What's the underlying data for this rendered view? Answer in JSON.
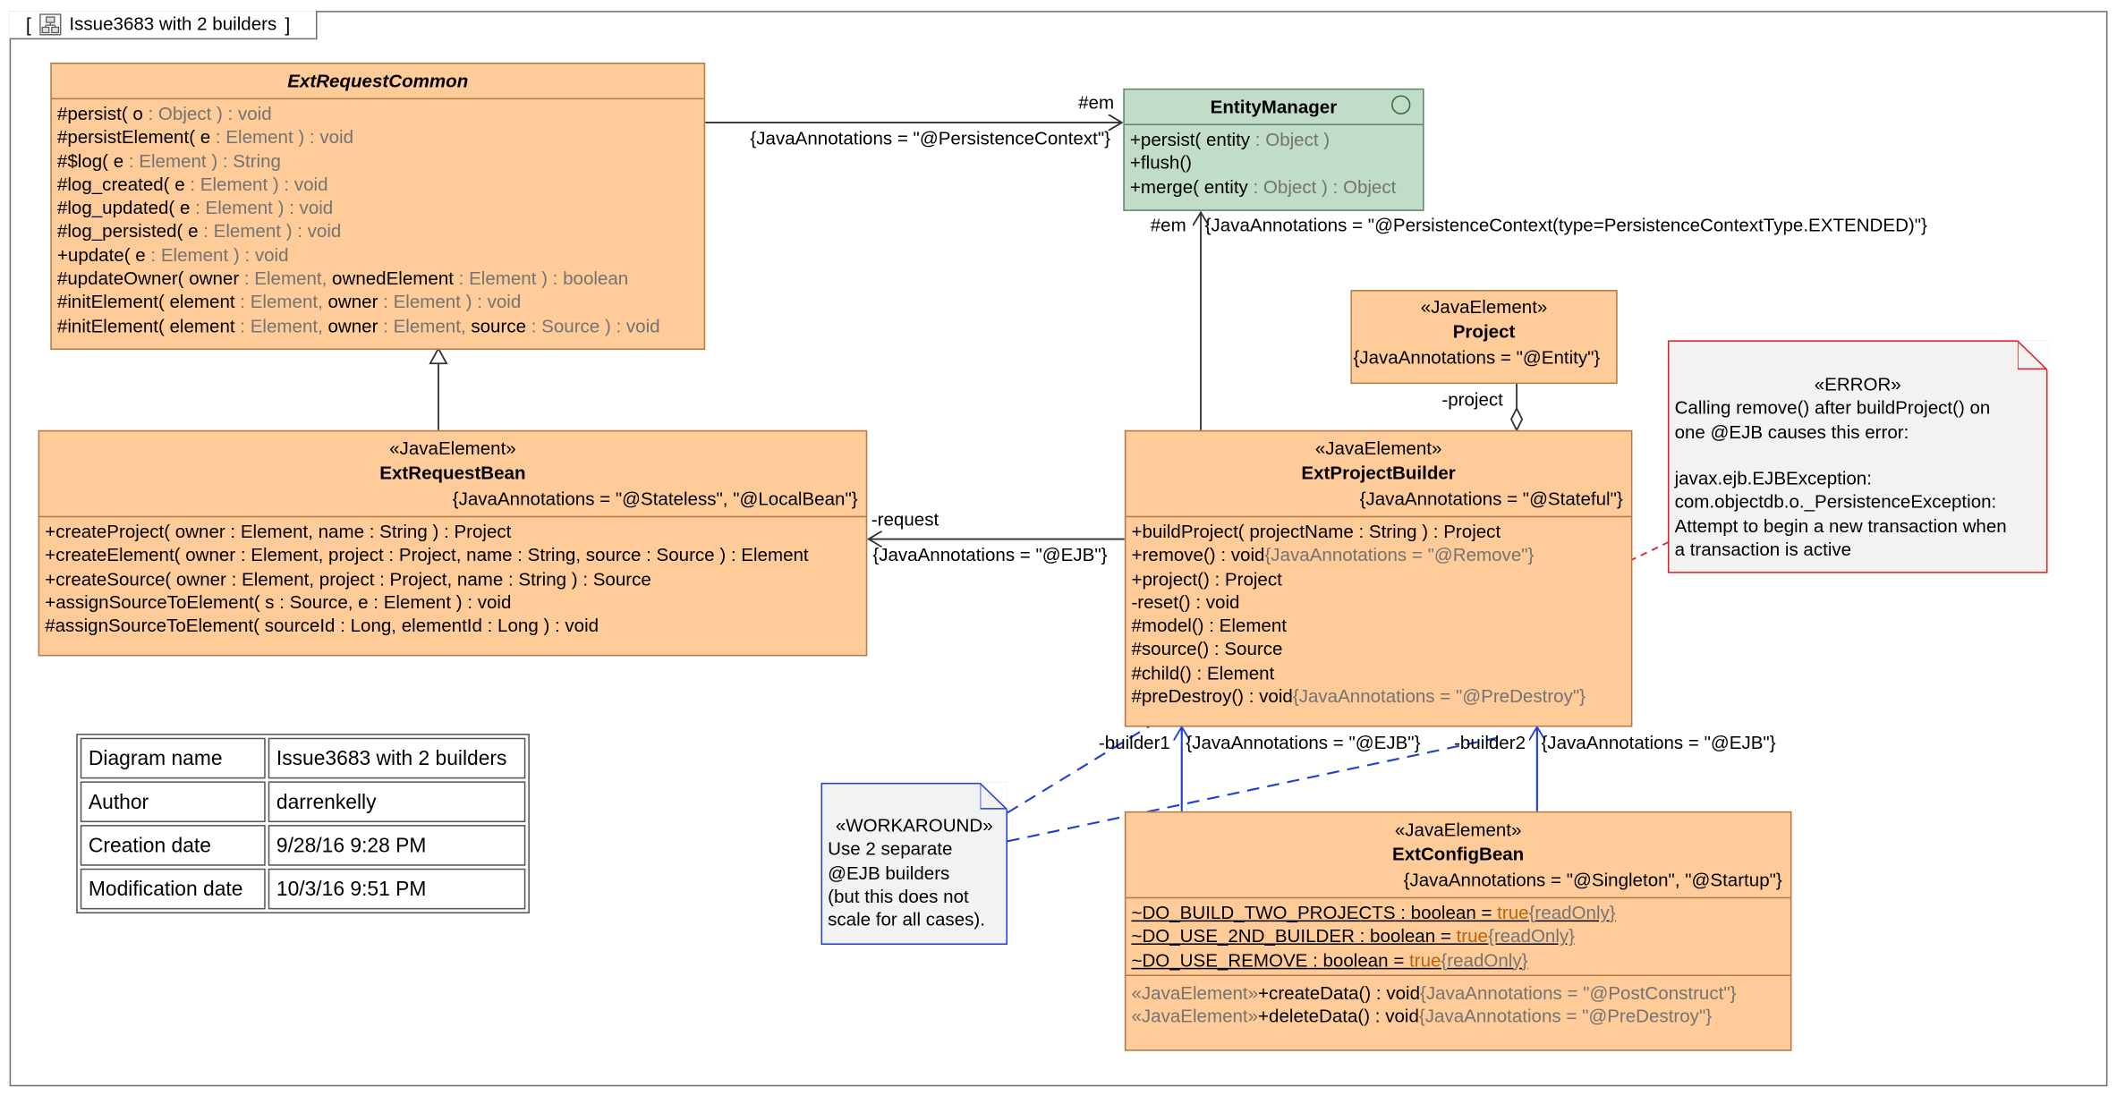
{
  "frame": {
    "bracket_open": "[",
    "title": "Issue3683 with 2 builders",
    "bracket_close": "]"
  },
  "ext_request_common": {
    "name": "ExtRequestCommon",
    "operations": [
      {
        "name": "#persist( o",
        "type": " : Object ) : void"
      },
      {
        "name": "#persistElement( e",
        "type": " : Element ) : void"
      },
      {
        "name": "#$log( e",
        "type": " : Element ) : String"
      },
      {
        "name": "#log_created( e",
        "type": " : Element ) : void"
      },
      {
        "name": "#log_updated( e",
        "type": " : Element ) : void"
      },
      {
        "name": "#log_persisted( e",
        "type": " : Element ) : void"
      },
      {
        "name": "+update( e",
        "type": " : Element ) : void"
      },
      {
        "name": "#updateOwner( owner",
        "type": " : Element, ",
        "name2": "ownedElement",
        "type2": " : Element ) : boolean"
      },
      {
        "name": "#initElement( element",
        "type": " : Element, ",
        "name2": "owner",
        "type2": " : Element ) : void"
      },
      {
        "name": "#initElement( element",
        "type": " : Element, ",
        "name2": "owner",
        "type2": " : Element, ",
        "name3": "source",
        "type3": " : Source ) : void"
      }
    ]
  },
  "entity_manager": {
    "name": "EntityManager",
    "operations": [
      {
        "name": "+persist( entity",
        "type": " : Object )"
      },
      {
        "name": "+flush()",
        "type": ""
      },
      {
        "name": "+merge( entity",
        "type": " : Object ) : Object"
      }
    ]
  },
  "project": {
    "stereotype": "«JavaElement»",
    "name": "Project",
    "tag": "{JavaAnnotations = \"@Entity\"}"
  },
  "ext_request_bean": {
    "stereotype": "«JavaElement»",
    "name": "ExtRequestBean",
    "tag": "{JavaAnnotations = \"@Stateless\", \"@LocalBean\"}",
    "operations": [
      "+createProject( owner : Element, name : String ) : Project",
      "+createElement( owner : Element, project : Project, name : String, source : Source ) : Element",
      "+createSource( owner : Element, project : Project, name : String ) : Source",
      "+assignSourceToElement( s : Source, e : Element ) : void",
      "#assignSourceToElement( sourceId : Long, elementId : Long ) : void"
    ]
  },
  "ext_project_builder": {
    "stereotype": "«JavaElement»",
    "name": "ExtProjectBuilder",
    "tag": "{JavaAnnotations = \"@Stateful\"}",
    "operations": [
      {
        "text": "+buildProject( projectName : String ) : Project",
        "annot": ""
      },
      {
        "text": "+remove() : void",
        "annot": "{JavaAnnotations = \"@Remove\"}"
      },
      {
        "text": "+project() : Project",
        "annot": ""
      },
      {
        "text": "-reset() : void",
        "annot": ""
      },
      {
        "text": "#model() : Element",
        "annot": ""
      },
      {
        "text": "#source() : Source",
        "annot": ""
      },
      {
        "text": "#child() : Element",
        "annot": ""
      },
      {
        "text": "#preDestroy() : void",
        "annot": "{JavaAnnotations = \"@PreDestroy\"}"
      }
    ]
  },
  "ext_config_bean": {
    "stereotype": "«JavaElement»",
    "name": "ExtConfigBean",
    "tag": "{JavaAnnotations = \"@Singleton\", \"@Startup\"}",
    "attributes": [
      {
        "name": "~DO_BUILD_TWO_PROJECTS",
        "type": " : boolean = ",
        "value": "true",
        "mod": "{readOnly}"
      },
      {
        "name": "~DO_USE_2ND_BUILDER",
        "type": " : boolean = ",
        "value": "true",
        "mod": "{readOnly}"
      },
      {
        "name": "~DO_USE_REMOVE",
        "type": " : boolean = ",
        "value": "true",
        "mod": "{readOnly}"
      }
    ],
    "operations": [
      {
        "stereo": "«JavaElement»",
        "text": "+createData() : void",
        "annot": "{JavaAnnotations = \"@PostConstruct\"}"
      },
      {
        "stereo": "«JavaElement»",
        "text": "+deleteData() : void",
        "annot": "{JavaAnnotations = \"@PreDestroy\"}"
      }
    ]
  },
  "error_note": {
    "title": "«ERROR»",
    "lines": [
      "Calling remove() after buildProject() on",
      "one @EJB causes this error:",
      "",
      "javax.ejb.EJBException:",
      "com.objectdb.o._PersistenceException:",
      "Attempt to begin a new transaction when",
      "a transaction is active"
    ]
  },
  "workaround_note": {
    "title": "«WORKAROUND»",
    "lines": [
      "Use 2 separate",
      "@EJB builders",
      "(but this does not",
      "scale for all cases)."
    ]
  },
  "labels": {
    "em_top": "#em",
    "em_top_tag": "{JavaAnnotations = \"@PersistenceContext\"}",
    "em_bottom": "#em",
    "em_bottom_tag": "{JavaAnnotations = \"@PersistenceContext(type=PersistenceContextType.EXTENDED)\"}",
    "project_role": "-project",
    "request_role": "-request",
    "request_tag": "{JavaAnnotations = \"@EJB\"}",
    "builder1_role": "-builder1",
    "builder1_tag": "{JavaAnnotations = \"@EJB\"}",
    "builder2_role": "-builder2",
    "builder2_tag": "{JavaAnnotations = \"@EJB\"}"
  },
  "info_table": [
    {
      "key": "Diagram name",
      "value": "Issue3683 with 2 builders"
    },
    {
      "key": "Author",
      "value": "darrenkelly"
    },
    {
      "key": "Creation date",
      "value": "9/28/16 9:28 PM"
    },
    {
      "key": "Modification date",
      "value": "10/3/16 9:51 PM"
    }
  ],
  "colors": {
    "class_fill": "#ffcc99",
    "interface_fill": "#c1dcc8",
    "error_border": "#dd2222",
    "workaround_border": "#1f3fd8",
    "annotation_text": "#737373"
  }
}
